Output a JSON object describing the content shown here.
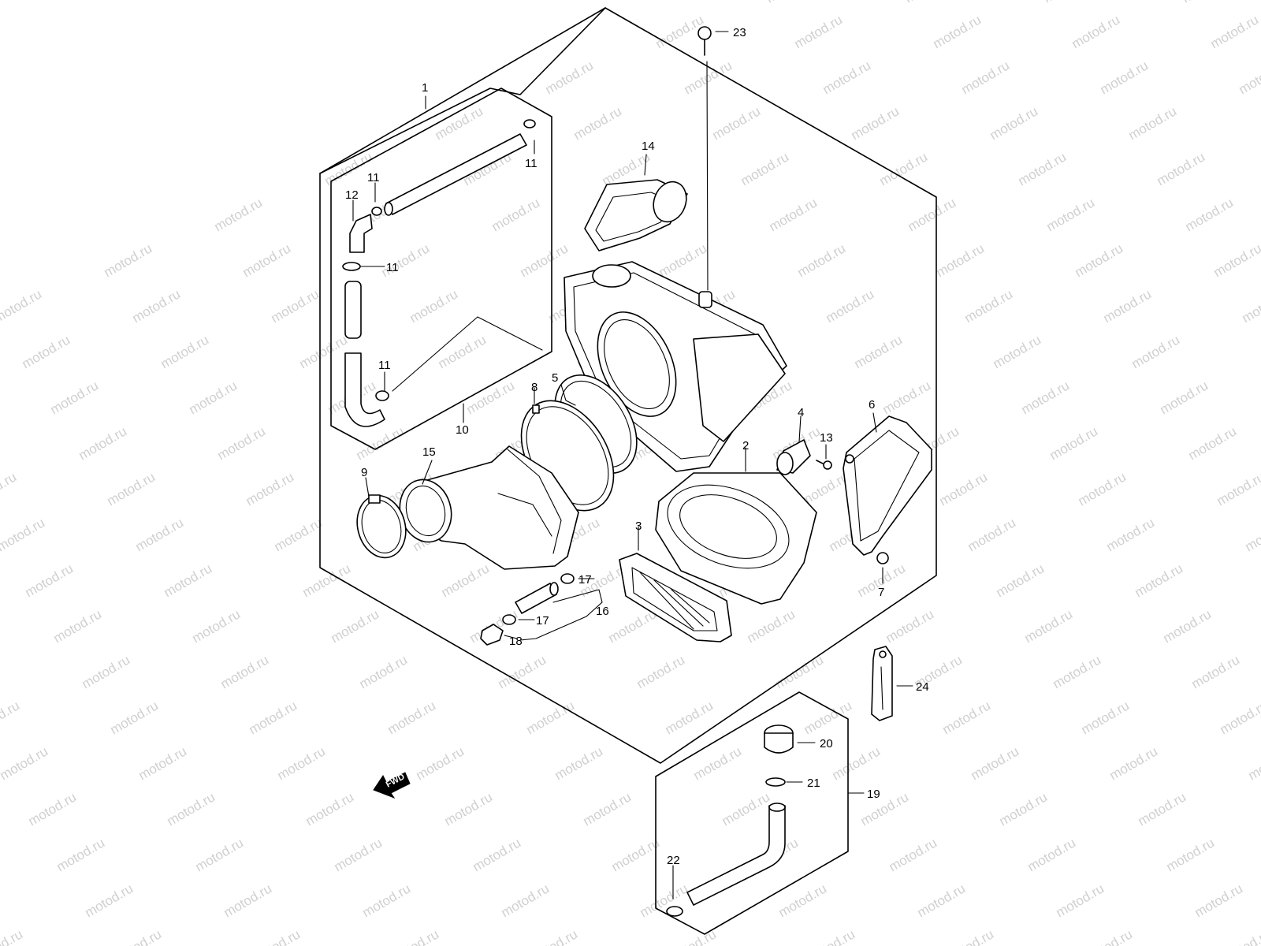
{
  "watermark": "motod.ru",
  "fwd_label": "FWD",
  "callouts": {
    "c1": "1",
    "c2": "2",
    "c3": "3",
    "c4": "4",
    "c5": "5",
    "c6": "6",
    "c7": "7",
    "c8": "8",
    "c9": "9",
    "c10": "10",
    "c11a": "11",
    "c11b": "11",
    "c11c": "11",
    "c11d": "11",
    "c12": "12",
    "c13": "13",
    "c14": "14",
    "c15": "15",
    "c16": "16",
    "c17a": "17",
    "c17b": "17",
    "c18": "18",
    "c19": "19",
    "c20": "20",
    "c21": "21",
    "c22": "22",
    "c23": "23",
    "c24": "24"
  },
  "colors": {
    "line": "#000000",
    "watermark": "#d0d0d0",
    "background": "#ffffff"
  }
}
